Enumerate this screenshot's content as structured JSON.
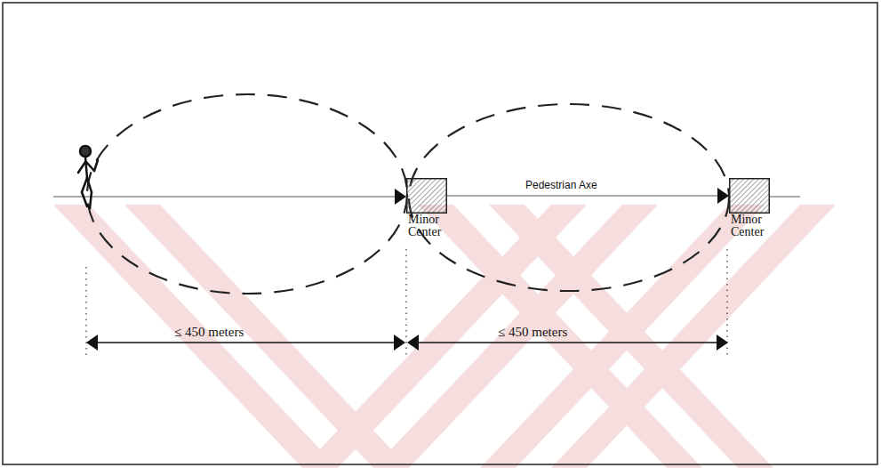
{
  "diagram": {
    "nodes": [
      {
        "text": [
          "Minor Center"
        ]
      },
      {
        "text": [
          "Minor Center"
        ]
      }
    ],
    "edges": [
      {
        "from": 0,
        "to": 1,
        "arrow": "to",
        "label": "Pedestrian Axe"
      }
    ],
    "labels": [
      "≤ 450 meters",
      "≤ 450 meters"
    ]
  }
}
